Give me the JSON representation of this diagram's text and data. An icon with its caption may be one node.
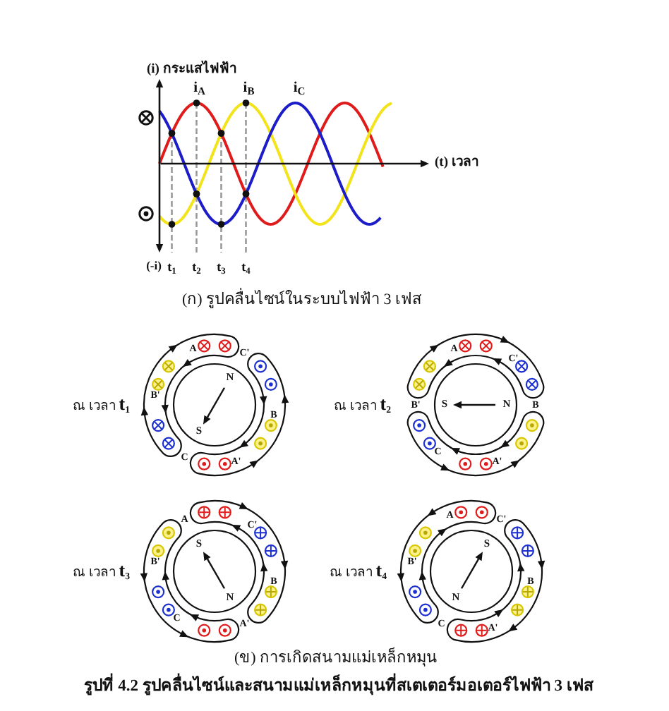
{
  "diagram": {
    "caption": "รูปที่ 4.2 รูปคลื่นไซน์และสนามแม่เหล็กหมุนที่สเตเตอร์มอเตอร์ไฟฟ้า 3 เฟส",
    "labels": [
      "(i) กระแสไฟฟ้า",
      "i$_{A}$",
      "i$_{B}$",
      "i$_{C}$",
      "(t) เวลา",
      "(-i)",
      "t$_{1}$",
      "t$_{2}$",
      "t$_{3}$",
      "t$_{4}$",
      "(ก) รูปคลื่นไซน์ในระบบไฟฟ้า 3 เฟส",
      "ณ เวลา **t**$_{1}$",
      "A",
      "C'",
      "B",
      "A'",
      "C",
      "B'",
      "N",
      "S",
      "ณ เวลา **t**$_{2}$",
      "A",
      "C'",
      "B",
      "A'",
      "C",
      "B'",
      "S",
      "N",
      "ณ เวลา **t**$_{3}$",
      "A",
      "C'",
      "B",
      "A'",
      "C",
      "B'",
      "S",
      "N",
      "ณ เวลา **t**$_{4}$",
      "A",
      "C'",
      "B",
      "A'",
      "C",
      "B'",
      "S",
      "N",
      "(ข) การเกิดสนามแม่เหล็กหมุน"
    ]
  }
}
